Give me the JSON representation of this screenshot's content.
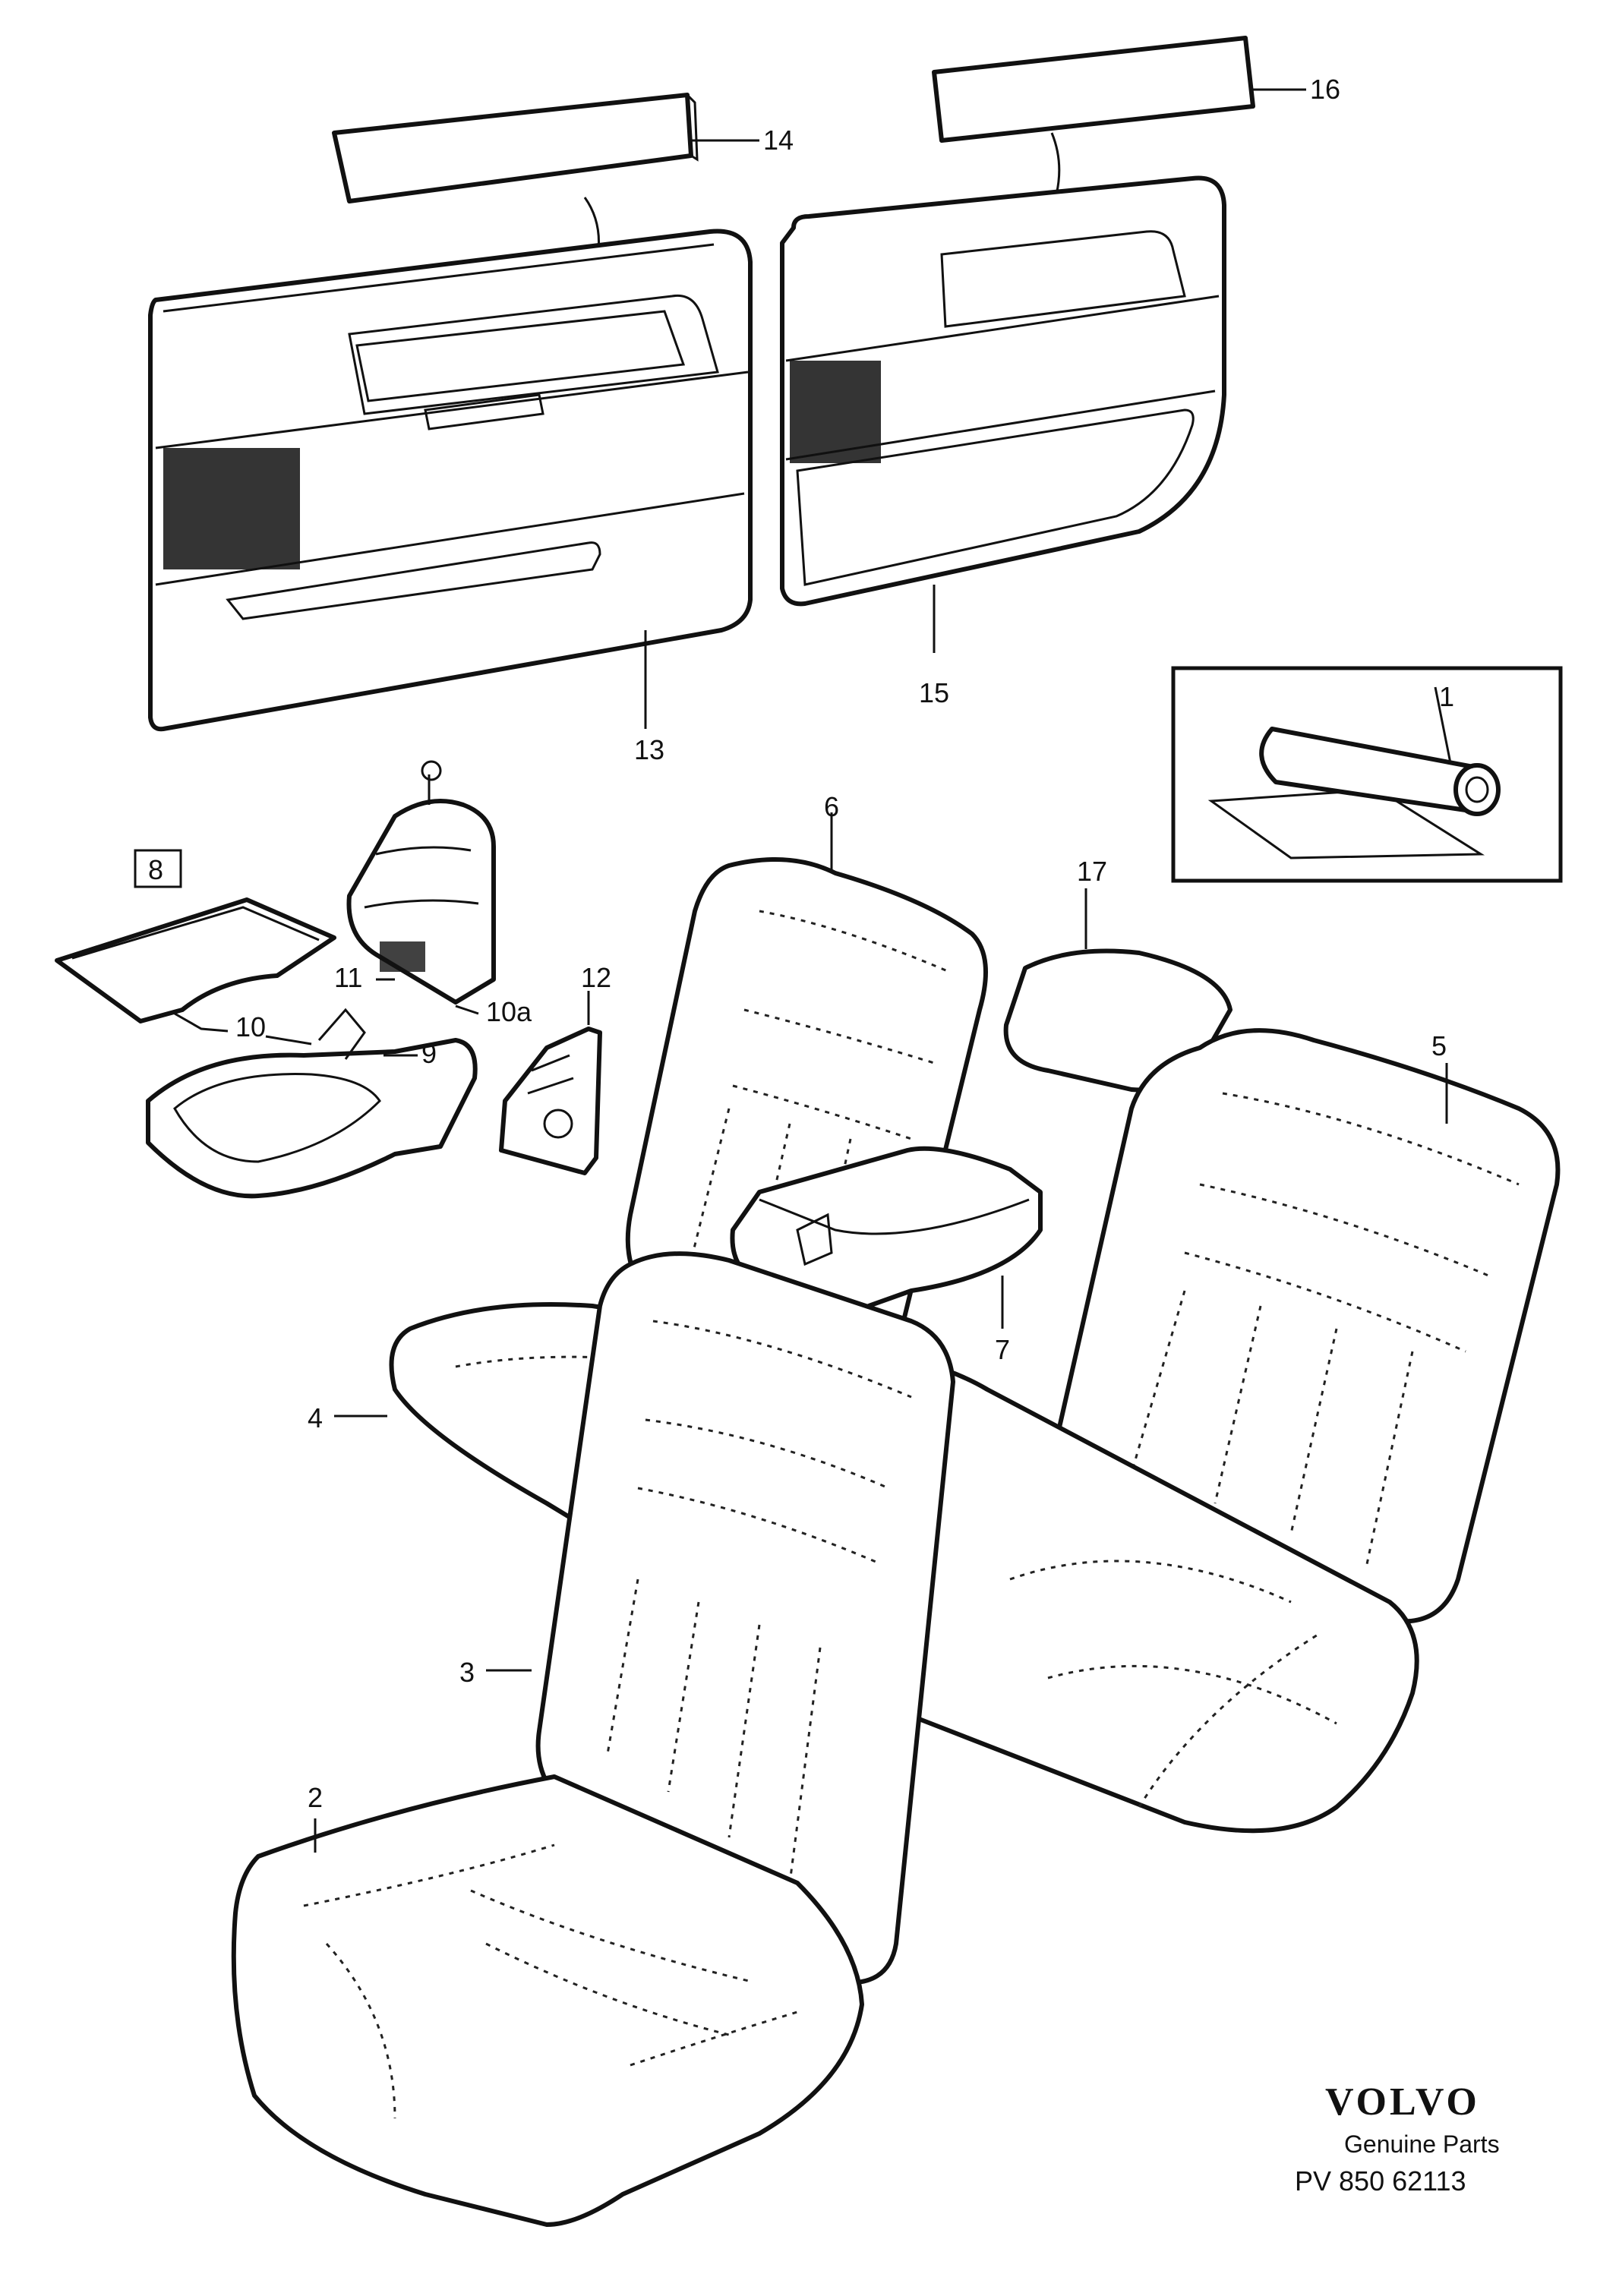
{
  "callouts": {
    "c1": "1",
    "c2": "2",
    "c3": "3",
    "c4": "4",
    "c5": "5",
    "c6": "6",
    "c7": "7",
    "c8": "8",
    "c9": "9",
    "c10": "10",
    "c10a": "10a",
    "c11": "11",
    "c12": "12",
    "c13": "13",
    "c14": "14",
    "c15": "15",
    "c16": "16",
    "c17": "17"
  },
  "branding": {
    "logo": "VOLVO",
    "subtitle": "Genuine Parts",
    "part_number": "PV 850 62113"
  }
}
